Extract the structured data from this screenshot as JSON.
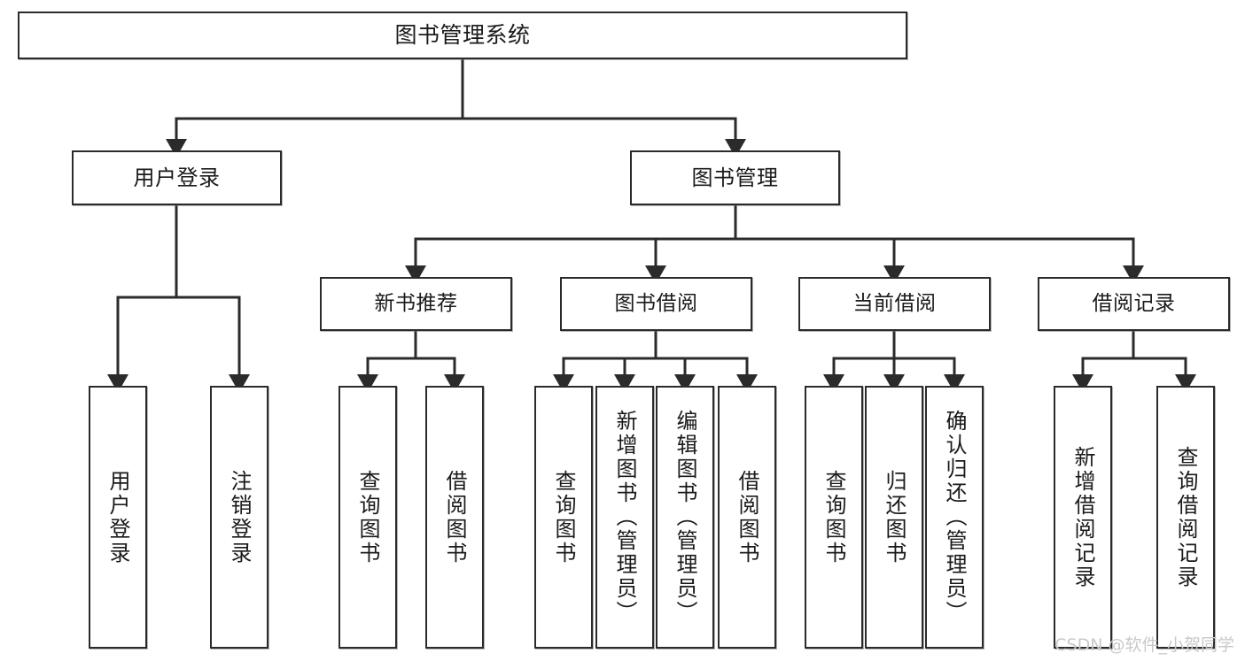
{
  "diagram": {
    "title": "图书管理系统",
    "type": "tree",
    "stroke_color": "#2b2b2b",
    "background_color": "#ffffff",
    "text_color": "#1a1a1a",
    "watermark": "CSDN @软件_小贺同学",
    "nodes": {
      "root": {
        "label": "图书管理系统"
      },
      "l2": [
        {
          "id": "user-login",
          "label": "用户登录"
        },
        {
          "id": "book-manage",
          "label": "图书管理"
        }
      ],
      "l3": [
        {
          "id": "new-book-recommend",
          "label": "新书推荐"
        },
        {
          "id": "book-borrow",
          "label": "图书借阅"
        },
        {
          "id": "current-borrow",
          "label": "当前借阅"
        },
        {
          "id": "borrow-record",
          "label": "借阅记录"
        }
      ],
      "leaves": [
        {
          "id": "leaf-user-login",
          "parent": "user-login",
          "label": "用户登录"
        },
        {
          "id": "leaf-logout",
          "parent": "user-login",
          "label": "注销登录"
        },
        {
          "id": "leaf-query-book-1",
          "parent": "new-book-recommend",
          "label": "查询图书"
        },
        {
          "id": "leaf-borrow-book-1",
          "parent": "new-book-recommend",
          "label": "借阅图书"
        },
        {
          "id": "leaf-query-book-2",
          "parent": "book-borrow",
          "label": "查询图书"
        },
        {
          "id": "leaf-add-book",
          "parent": "book-borrow",
          "label": "新增图书（管理员）"
        },
        {
          "id": "leaf-edit-book",
          "parent": "book-borrow",
          "label": "编辑图书（管理员）"
        },
        {
          "id": "leaf-borrow-book-2",
          "parent": "book-borrow",
          "label": "借阅图书"
        },
        {
          "id": "leaf-query-book-3",
          "parent": "current-borrow",
          "label": "查询图书"
        },
        {
          "id": "leaf-return-book",
          "parent": "current-borrow",
          "label": "归还图书"
        },
        {
          "id": "leaf-confirm-return",
          "parent": "current-borrow",
          "label": "确认归还（管理员）"
        },
        {
          "id": "leaf-add-record",
          "parent": "borrow-record",
          "label": "新增借阅记录"
        },
        {
          "id": "leaf-query-record",
          "parent": "borrow-record",
          "label": "查询借阅记录"
        }
      ]
    }
  }
}
